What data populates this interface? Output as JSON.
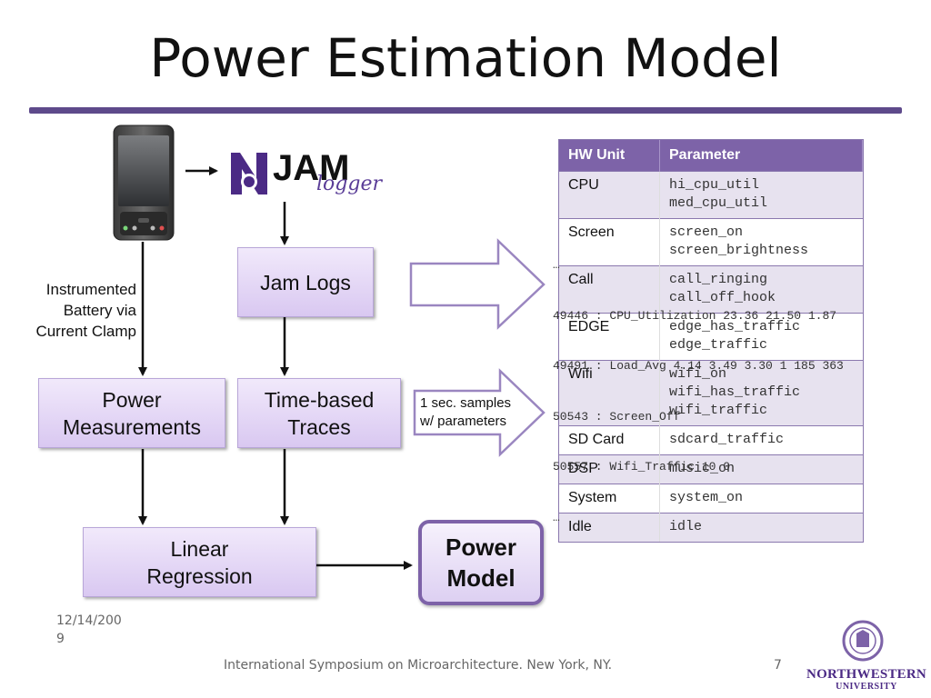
{
  "title": "Power Estimation Model",
  "boxes": {
    "jam_logs": "Jam Logs",
    "power_measurements": [
      "Power",
      "Measurements"
    ],
    "time_traces": [
      "Time-based",
      "Traces"
    ],
    "linear_regression": [
      "Linear",
      "Regression"
    ],
    "power_model": [
      "Power",
      "Model"
    ]
  },
  "labels": {
    "battery": [
      "Instrumented",
      "Battery via",
      "Current Clamp"
    ],
    "samples": [
      "1 sec. samples",
      "w/ parameters"
    ]
  },
  "logo": {
    "letter": "N",
    "word": "JAM",
    "script": "logger",
    "accent": "#4b2a85"
  },
  "log_lines": [
    "49446 : CPU_Utilization 23.36 21.50 1.87",
    "49491 : Load_Avg 4.14 3.49 3.30 1 185 363",
    "50543 : Screen_Off",
    "50557 : Wifi_Traffic 10 0"
  ],
  "ellipsis_top": "…",
  "ellipsis_bottom": "…",
  "table": {
    "headers": [
      "HW Unit",
      "Parameter"
    ],
    "rows": [
      {
        "unit": "CPU",
        "params": [
          "hi_cpu_util",
          "med_cpu_util"
        ]
      },
      {
        "unit": "Screen",
        "params": [
          "screen_on",
          "screen_brightness"
        ]
      },
      {
        "unit": "Call",
        "params": [
          "call_ringing",
          "call_off_hook"
        ]
      },
      {
        "unit": "EDGE",
        "params": [
          "edge_has_traffic",
          "edge_traffic"
        ]
      },
      {
        "unit": "Wifi",
        "params": [
          "wifi_on",
          "wifi_has_traffic",
          "wifi_traffic"
        ]
      },
      {
        "unit": "SD Card",
        "params": [
          "sdcard_traffic"
        ]
      },
      {
        "unit": "DSP",
        "params": [
          "music_on"
        ]
      },
      {
        "unit": "System",
        "params": [
          "system_on"
        ]
      },
      {
        "unit": "Idle",
        "params": [
          "idle"
        ]
      }
    ]
  },
  "footer": {
    "date": [
      "12/14/200",
      "9"
    ],
    "venue": "International Symposium on Microarchitecture.  New York, NY.",
    "page": "7",
    "university": [
      "NORTHWESTERN",
      "UNIVERSITY"
    ]
  },
  "colors": {
    "accent": "#5e4a8b",
    "table_header": "#7d63a8"
  }
}
